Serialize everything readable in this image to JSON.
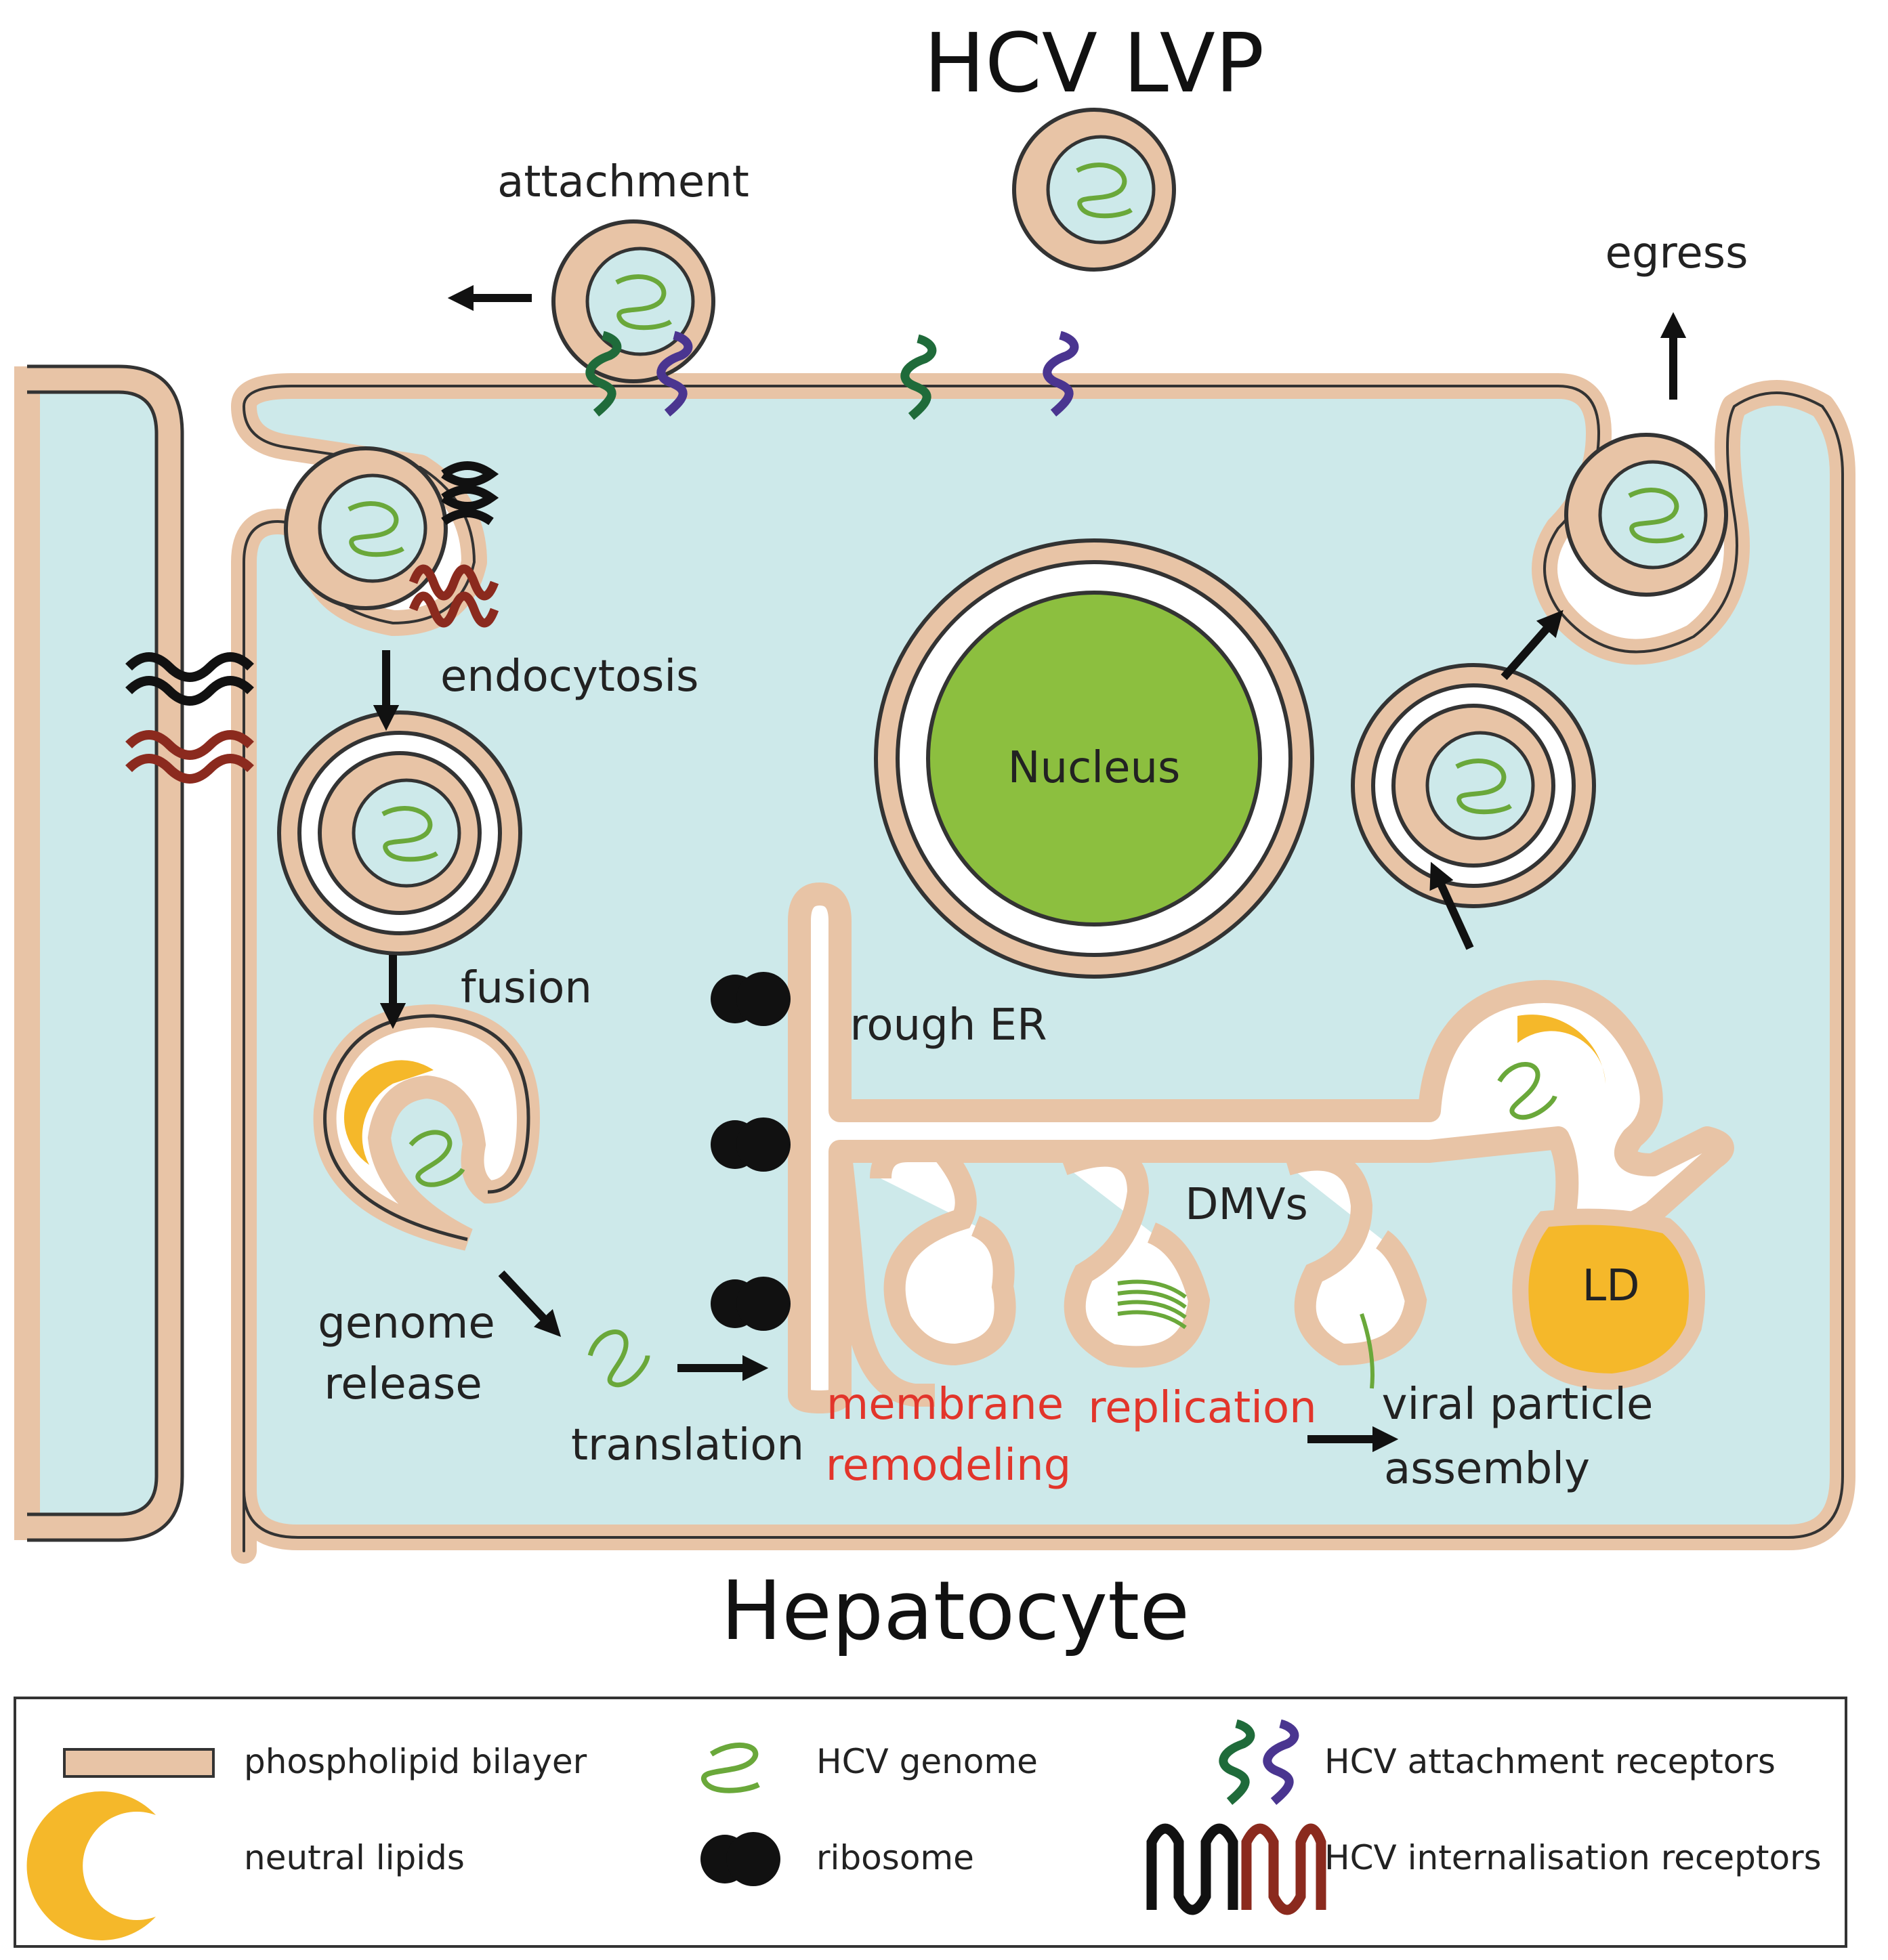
{
  "titles": {
    "particle": "HCV LVP",
    "cell": "Hepatocyte"
  },
  "labels": {
    "attachment": "attachment",
    "egress": "egress",
    "endocytosis": "endocytosis",
    "fusion": "fusion",
    "genome_release_1": "genome",
    "genome_release_2": "release",
    "translation": "translation",
    "membrane_remodeling_1": "membrane",
    "membrane_remodeling_2": "remodeling",
    "replication": "replication",
    "assembly_1": "viral particle",
    "assembly_2": "assembly",
    "nucleus": "Nucleus",
    "rough_er": "rough ER",
    "dmvs": "DMVs",
    "ld": "LD"
  },
  "legend": {
    "phospholipid_bilayer": "phospholipid bilayer",
    "neutral_lipids": "neutral lipids",
    "hcv_genome": "HCV genome",
    "ribosome": "ribosome",
    "attachment_receptors": "HCV attachment receptors",
    "internalisation_receptors": "HCV internalisation receptors"
  },
  "colors": {
    "cytoplasm": "#cde9ea",
    "membrane": "#e8c4a6",
    "membrane_edge": "#3a3a3a",
    "nucleus": "#8cbf3f",
    "lipid": "#f5b82a",
    "genome": "#6aa83a",
    "ribosome": "#111111",
    "receptor_green": "#1f6b3a",
    "receptor_purple": "#4a3590",
    "receptor_red": "#8b2a1e",
    "highlight_text": "#e2352b"
  },
  "icons": {
    "particle": "lipoviral-particle-icon",
    "ribosome": "ribosome-icon",
    "genome": "genome-squiggle-icon",
    "attachment_receptor": "attachment-receptor-icon",
    "internalisation_receptor": "internalisation-receptor-icon"
  }
}
